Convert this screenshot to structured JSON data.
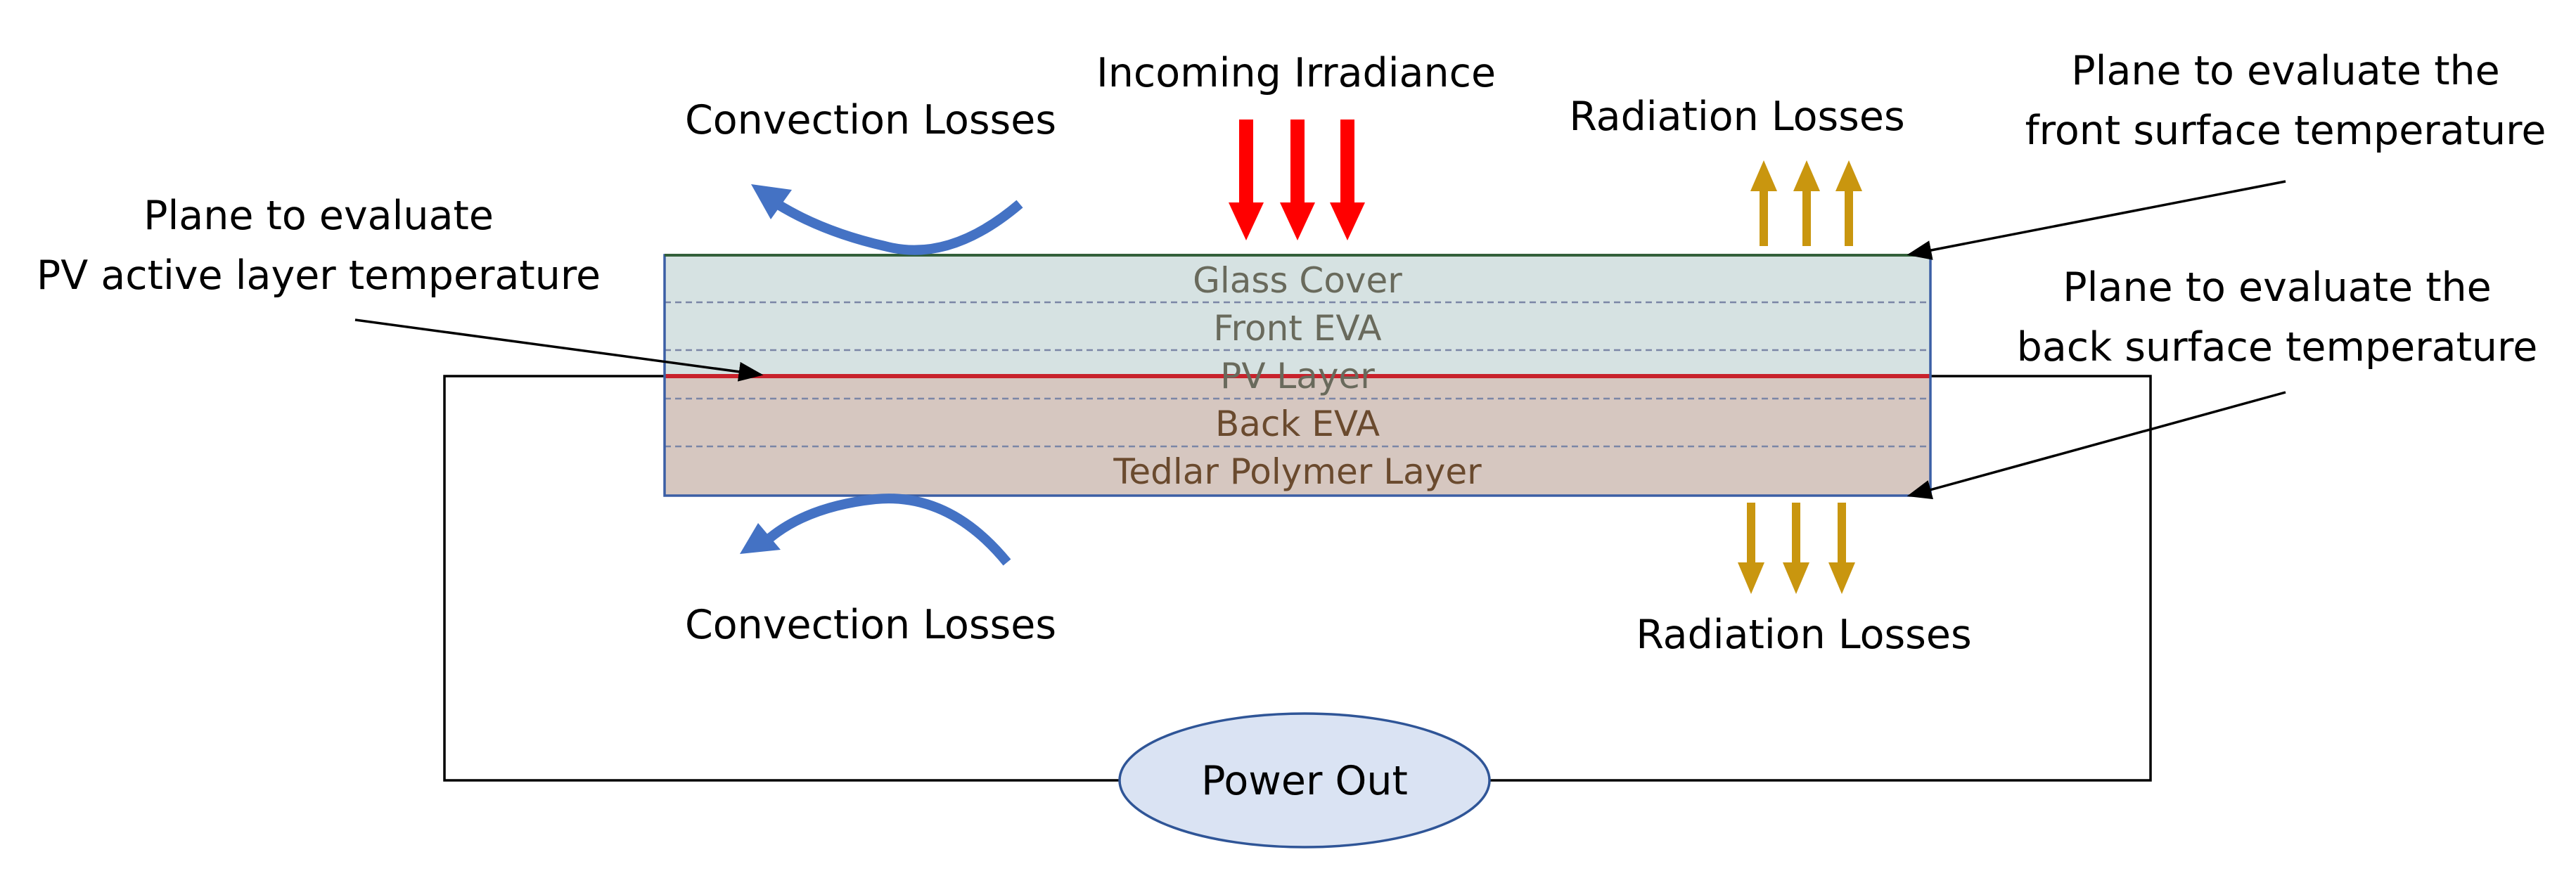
{
  "title": "",
  "labels": {
    "incoming_irradiance": "Incoming Irradiance",
    "convection_losses_top": "Convection Losses",
    "convection_losses_bottom": "Convection Losses",
    "radiation_losses_top": "Radiation Losses",
    "radiation_losses_bottom": "Radiation Losses",
    "pv_plane_line1": "Plane to evaluate",
    "pv_plane_line2": "PV active layer temperature",
    "front_plane_line1": "Plane to evaluate the",
    "front_plane_line2": "front surface temperature",
    "back_plane_line1": "Plane to evaluate the",
    "back_plane_line2": "back surface temperature",
    "power_out": "Power Out"
  },
  "layers": [
    {
      "name": "Glass Cover",
      "group": "front"
    },
    {
      "name": "Front EVA",
      "group": "front"
    },
    {
      "name": "PV Layer",
      "group": "pv"
    },
    {
      "name": "Back EVA",
      "group": "back"
    },
    {
      "name": "Tedlar Polymer Layer",
      "group": "back"
    }
  ],
  "colors": {
    "front_fill": "#d6e2e2",
    "back_fill": "#d6c7c0",
    "front_text": "#696a5c",
    "back_text": "#6a4a2e",
    "pv_line": "#c8222c",
    "irradiance_arrow": "#ff0000",
    "radiation_arrow": "#c9960f",
    "convection_arrow": "#4472c4",
    "module_border": "#3b5fa5",
    "top_border": "#33603a",
    "ellipse_fill": "#dae3f3",
    "ellipse_stroke": "#2f5597"
  }
}
